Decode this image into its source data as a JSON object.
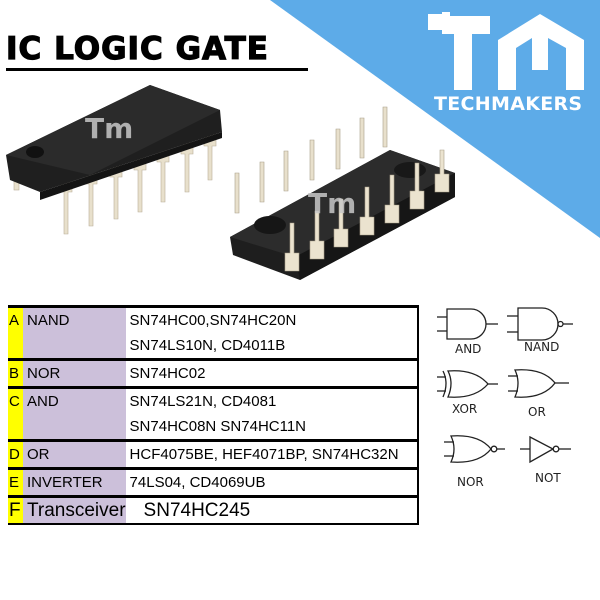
{
  "title": "IC LOGIC GATE",
  "brand": {
    "name": "TECHMAKERS",
    "logo_mark": "TM",
    "color": "#5dabe8"
  },
  "table": {
    "rows": [
      {
        "letter": "A",
        "name": "NAND",
        "parts": [
          "SN74HC00,SN74HC20N",
          "SN74LS10N, CD4011B"
        ]
      },
      {
        "letter": "B",
        "name": "NOR",
        "parts": [
          "SN74HC02"
        ]
      },
      {
        "letter": "C",
        "name": "AND",
        "parts": [
          "SN74LS21N, CD4081",
          "SN74HC08N SN74HC11N"
        ]
      },
      {
        "letter": "D",
        "name": "OR",
        "parts": [
          "HCF4075BE, HEF4071BP, SN74HC32N"
        ]
      },
      {
        "letter": "E",
        "name": "INVERTER",
        "parts": [
          "74LS04, CD4069UB"
        ]
      },
      {
        "letter": "F",
        "name": "Transceiver",
        "parts": [
          "SN74HC245"
        ]
      }
    ],
    "colors": {
      "letter_bg": "#ffff00",
      "name_bg": "#ccc0da"
    }
  },
  "gates": {
    "and": "AND",
    "nand": "NAND",
    "xor": "XOR",
    "or": "OR",
    "nor": "NOR",
    "not": "NOT"
  }
}
